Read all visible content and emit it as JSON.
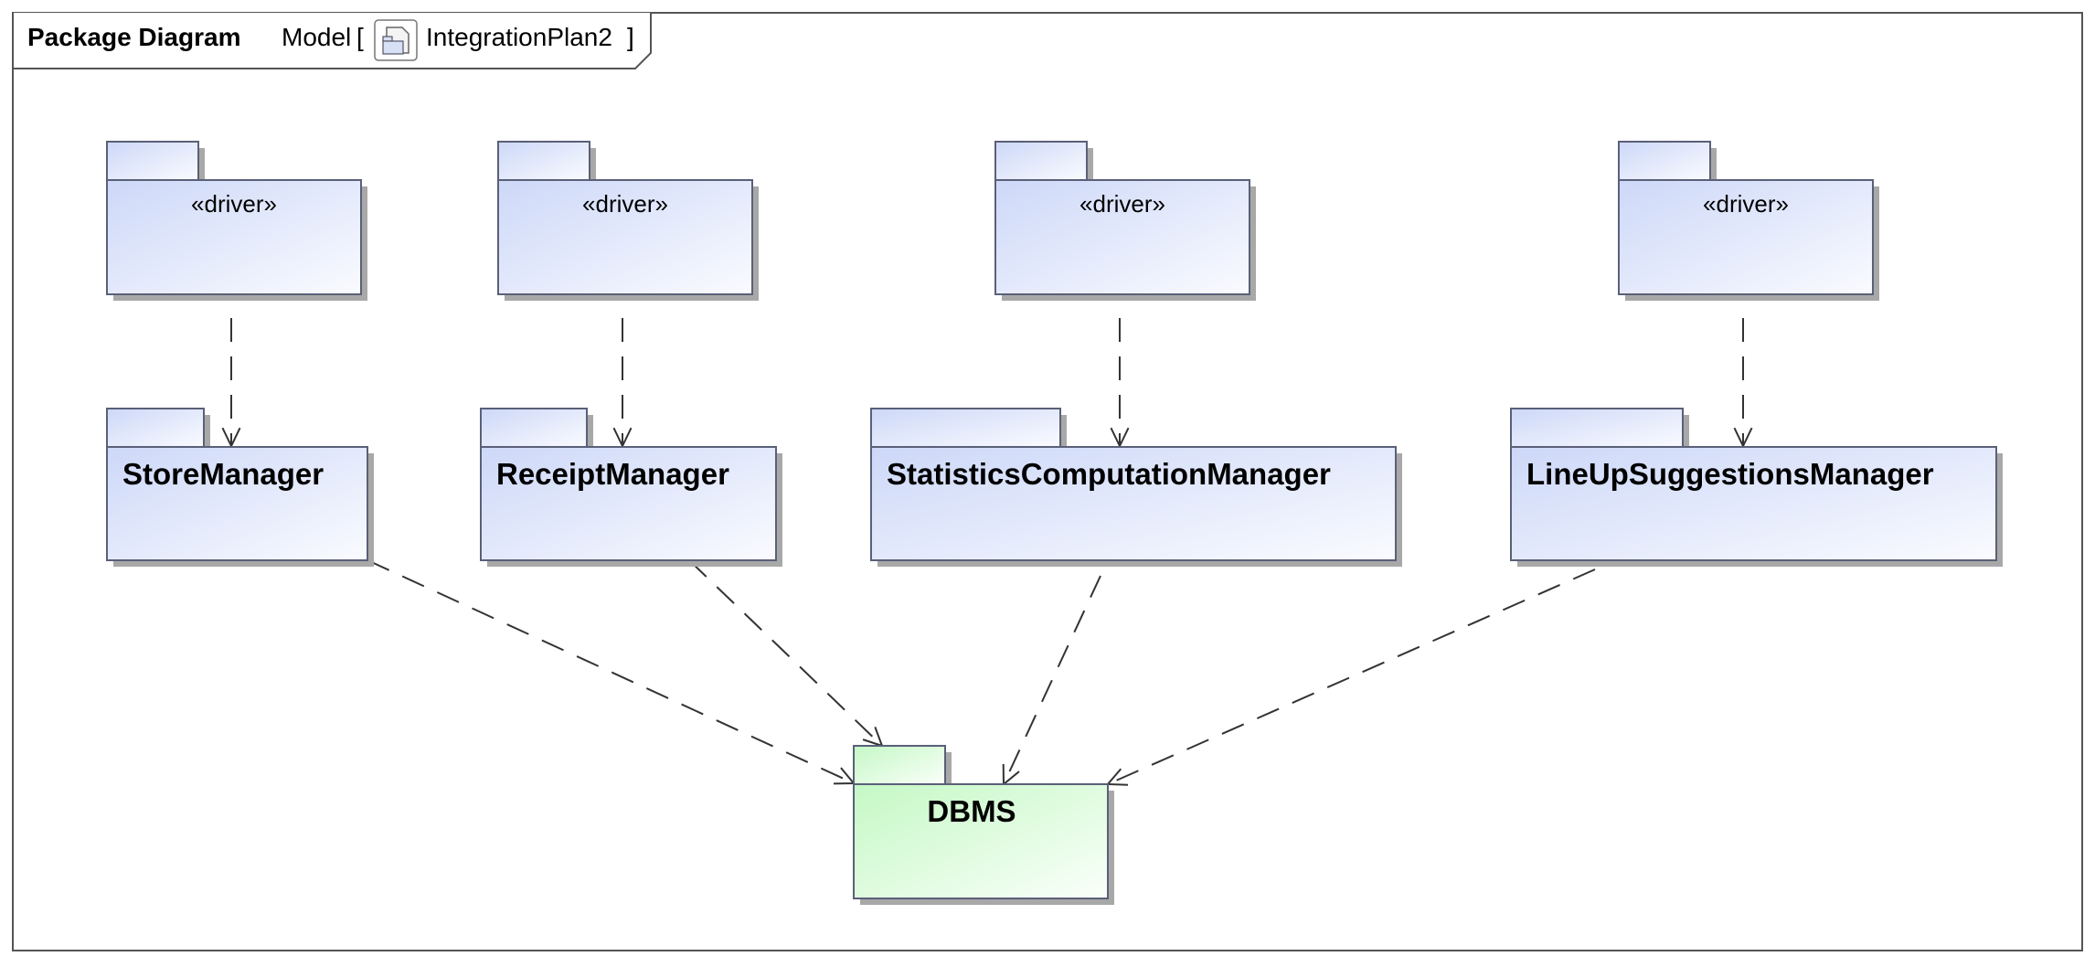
{
  "diagram": {
    "kind_label": "Package Diagram",
    "context_label": "Model",
    "bracket_open": "[",
    "bracket_close": "]",
    "element_name": "IntegrationPlan2",
    "element_icon": "package-icon"
  },
  "colors": {
    "package_fill_blue_start": "#cdd8f8",
    "package_fill_blue_end": "#fafbff",
    "package_fill_green_start": "#c5f8c5",
    "package_fill_green_end": "#fafffa",
    "package_stroke": "#5a6078",
    "shadow": "#a8a8a8",
    "dependency_line": "#333333"
  },
  "packages": {
    "driver1": {
      "stereotype": "«driver»",
      "name": ""
    },
    "driver2": {
      "stereotype": "«driver»",
      "name": ""
    },
    "driver3": {
      "stereotype": "«driver»",
      "name": ""
    },
    "driver4": {
      "stereotype": "«driver»",
      "name": ""
    },
    "store": {
      "stereotype": "",
      "name": "StoreManager"
    },
    "receipt": {
      "stereotype": "",
      "name": "ReceiptManager"
    },
    "stats": {
      "stereotype": "",
      "name": "StatisticsComputationManager"
    },
    "lineup": {
      "stereotype": "",
      "name": "LineUpSuggestionsManager"
    },
    "dbms": {
      "stereotype": "",
      "name": "DBMS"
    }
  },
  "dependencies": [
    {
      "from": "driver1",
      "to": "store"
    },
    {
      "from": "driver2",
      "to": "receipt"
    },
    {
      "from": "driver3",
      "to": "stats"
    },
    {
      "from": "driver4",
      "to": "lineup"
    },
    {
      "from": "store",
      "to": "dbms"
    },
    {
      "from": "receipt",
      "to": "dbms"
    },
    {
      "from": "stats",
      "to": "dbms"
    },
    {
      "from": "lineup",
      "to": "dbms"
    }
  ]
}
